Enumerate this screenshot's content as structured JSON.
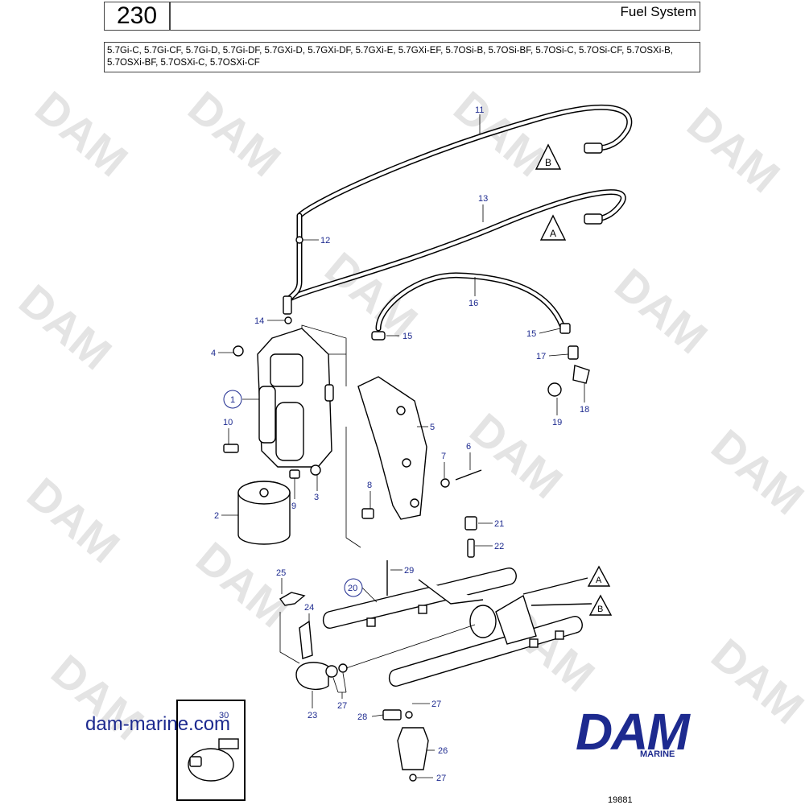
{
  "header": {
    "page_number": "230",
    "title": "Fuel System",
    "models": "5.7Gi-C, 5.7Gi-CF, 5.7Gi-D, 5.7Gi-DF, 5.7GXi-D, 5.7GXi-DF, 5.7GXi-E, 5.7GXi-EF, 5.7OSi-B, 5.7OSi-BF, 5.7OSi-C, 5.7OSi-CF, 5.7OSXi-B, 5.7OSXi-BF, 5.7OSXi-C, 5.7OSXi-CF"
  },
  "watermark": "DAM",
  "callouts": {
    "c1": "1",
    "c2": "2",
    "c3": "3",
    "c4": "4",
    "c5": "5",
    "c6": "6",
    "c7": "7",
    "c8": "8",
    "c9": "9",
    "c10": "10",
    "c11": "11",
    "c12": "12",
    "c13": "13",
    "c14": "14",
    "c15a": "15",
    "c15b": "15",
    "c16": "16",
    "c17": "17",
    "c18": "18",
    "c19": "19",
    "c20": "20",
    "c21": "21",
    "c22": "22",
    "c23": "23",
    "c24": "24",
    "c25": "25",
    "c26": "26",
    "c27a": "27",
    "c27b": "27",
    "c27c": "27",
    "c28": "28",
    "c29": "29",
    "c30": "30"
  },
  "connectors": {
    "a1": "A",
    "a2": "A",
    "b1": "B",
    "b2": "B"
  },
  "footer": {
    "website": "dam-marine.com",
    "brand": "DAM",
    "brand_sub": "MARINE",
    "doc_number": "19881"
  },
  "colors": {
    "accent": "#1d2a8f",
    "watermark": "#e4e4e4"
  }
}
